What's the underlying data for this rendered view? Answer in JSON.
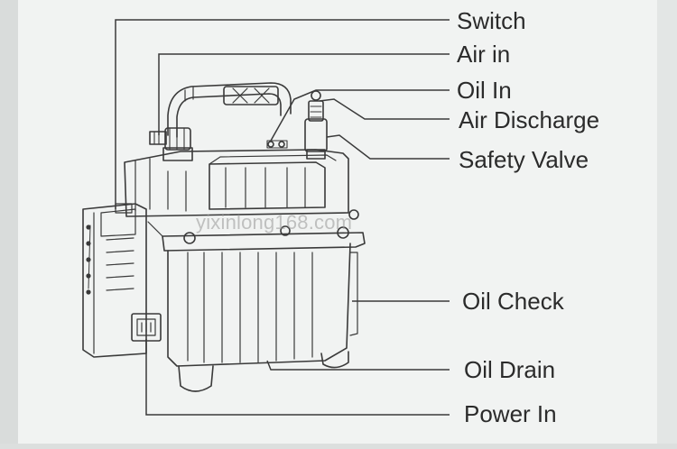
{
  "labels": {
    "switch": "Switch",
    "air_in": "Air in",
    "oil_in": "Oil In",
    "air_discharge": "Air Discharge",
    "safety_valve": "Safety Valve",
    "oil_check": "Oil Check",
    "oil_drain": "Oil Drain",
    "power_in": "Power In"
  },
  "watermark": "yixinlong168.com"
}
